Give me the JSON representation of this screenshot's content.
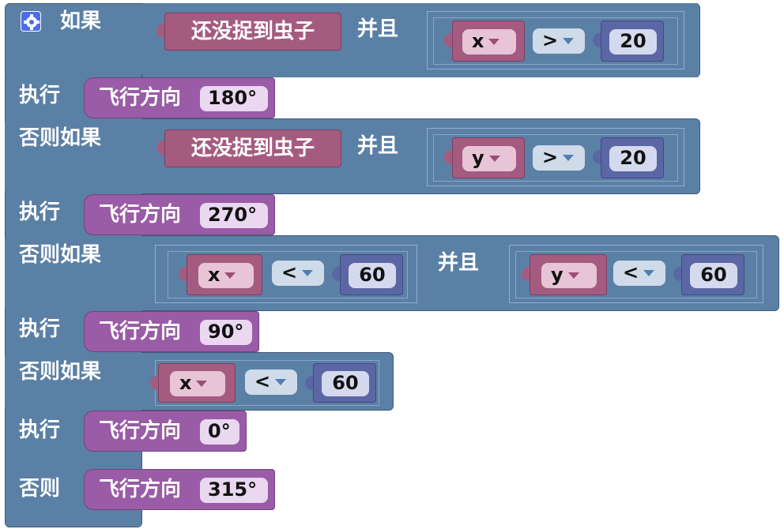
{
  "gear_icon": "gear-icon",
  "labels": {
    "if": "如果",
    "do": "执行",
    "else_if": "否则如果",
    "else": "否则",
    "and": "并且",
    "not_caught": "还没捉到虫子",
    "fly_direction": "飞行方向",
    "degree": "°"
  },
  "conditions": [
    {
      "var": "x",
      "op": ">",
      "value": "20"
    },
    {
      "var": "y",
      "op": ">",
      "value": "20"
    },
    {
      "var": "x",
      "op": "<",
      "value": "60"
    },
    {
      "var": "y",
      "op": "<",
      "value": "60"
    },
    {
      "var": "x",
      "op": "<",
      "value": "60"
    }
  ],
  "angles": [
    "180",
    "270",
    "90",
    "0",
    "315"
  ],
  "colors": {
    "control": "#5b80a5",
    "custom": "#a55b80",
    "variable": "#a55b80",
    "number": "#5b67a5",
    "statement": "#9a5ca6"
  }
}
